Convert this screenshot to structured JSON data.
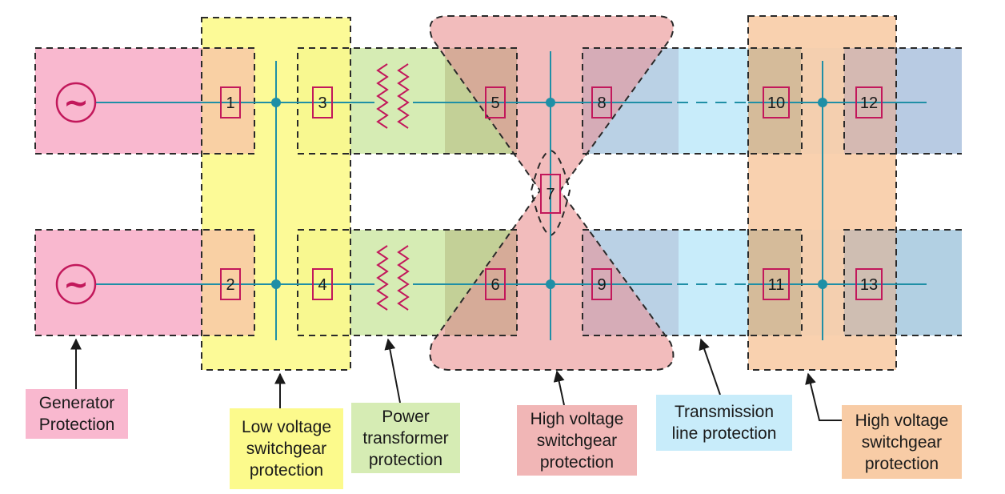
{
  "colors": {
    "generator": "#f9b8cf",
    "low_voltage": "#fcfa8c",
    "transformer": "#d6ecb4",
    "high_voltage_center": "#f1b6b6",
    "transmission": "#c8ecfa",
    "high_voltage_right": "#f8cca6",
    "bus_line": "#1f8fa6",
    "breaker": "#c2185b",
    "outline": "#2a2a2a"
  },
  "symbols": {
    "generator": "~"
  },
  "breakers": [
    "1",
    "2",
    "3",
    "4",
    "5",
    "6",
    "7",
    "8",
    "9",
    "10",
    "11",
    "12",
    "13"
  ],
  "labels": {
    "generator": "Generator\nProtection",
    "low_voltage": "Low voltage\nswitchgear\nprotection",
    "transformer": "Power\ntransformer\nprotection",
    "high_voltage_center": "High voltage\nswitchgear\nprotection",
    "transmission": "Transmission\nline protection",
    "high_voltage_right": "High voltage\nswitchgear\nprotection"
  }
}
